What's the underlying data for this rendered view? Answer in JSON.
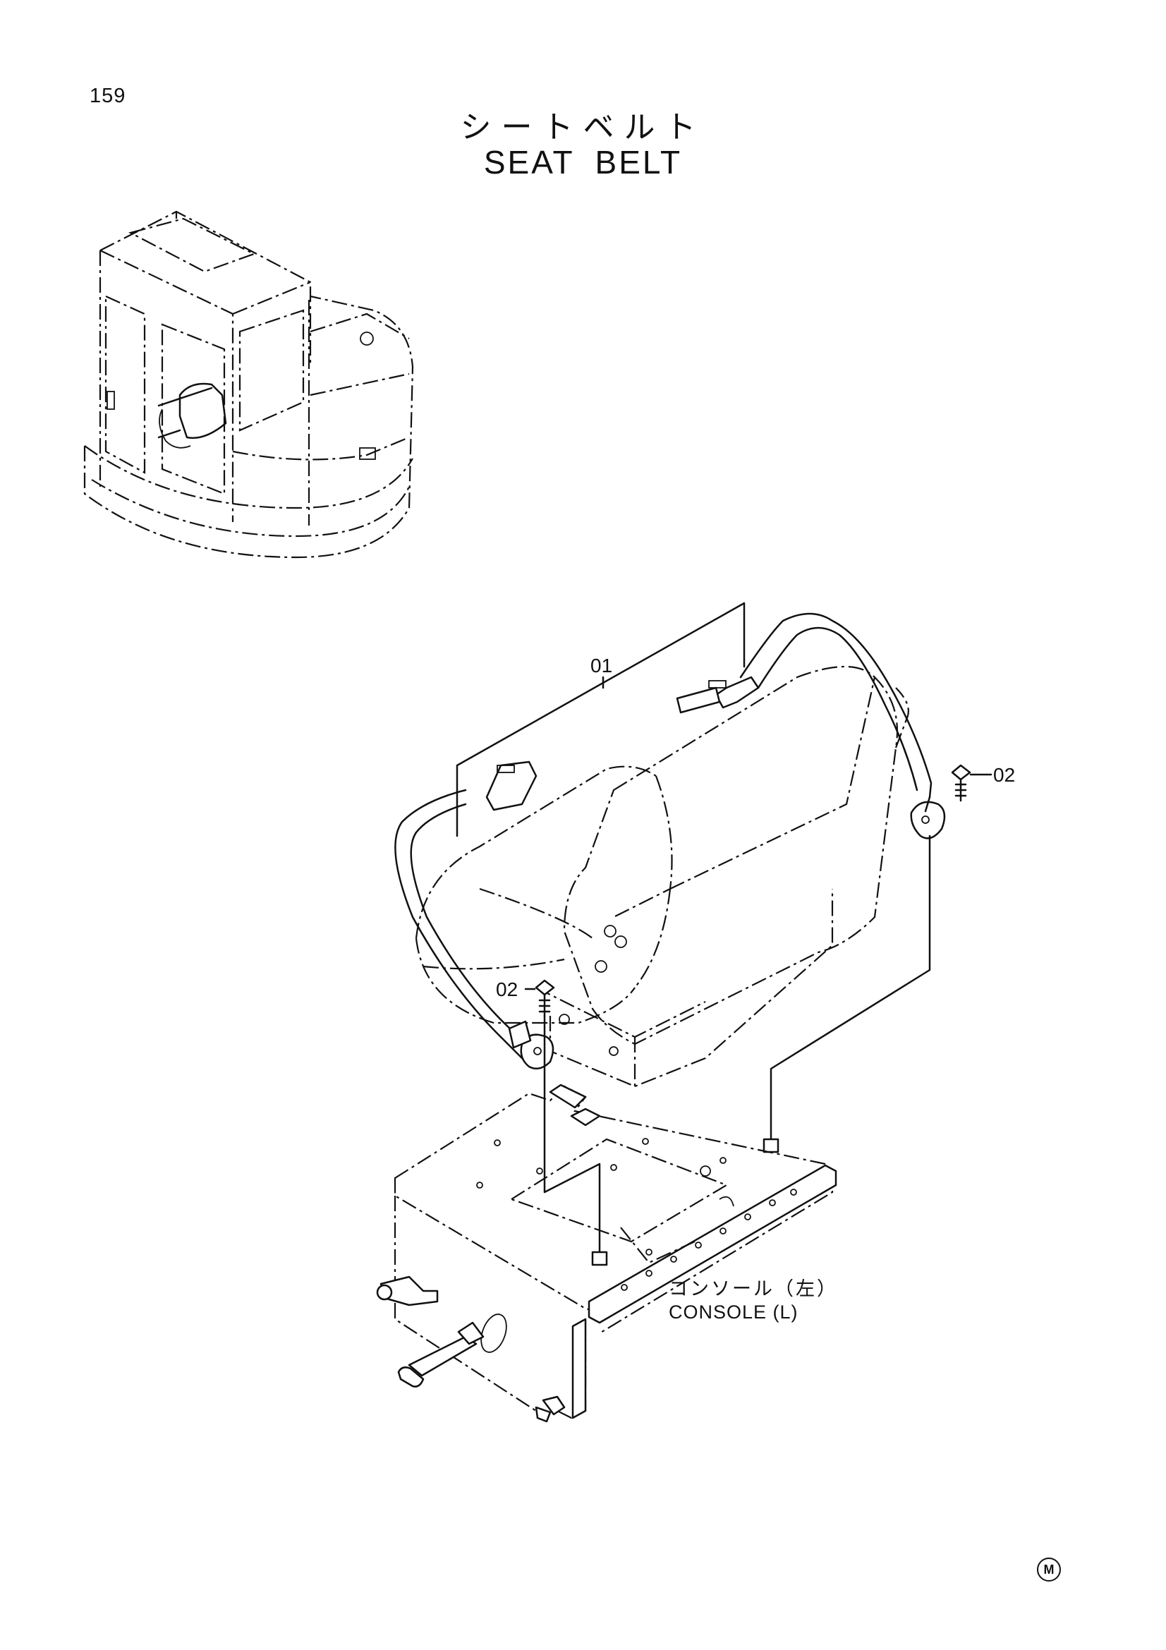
{
  "page": {
    "number": "159",
    "title_jp": "シートベルト",
    "title_en": "SEAT BELT"
  },
  "callouts": {
    "assembly": "01",
    "bolt_right": "02",
    "bolt_left": "02"
  },
  "labels": {
    "console_jp": "コンソール（左）",
    "console_en": "CONSOLE (L)"
  },
  "mark": "M"
}
